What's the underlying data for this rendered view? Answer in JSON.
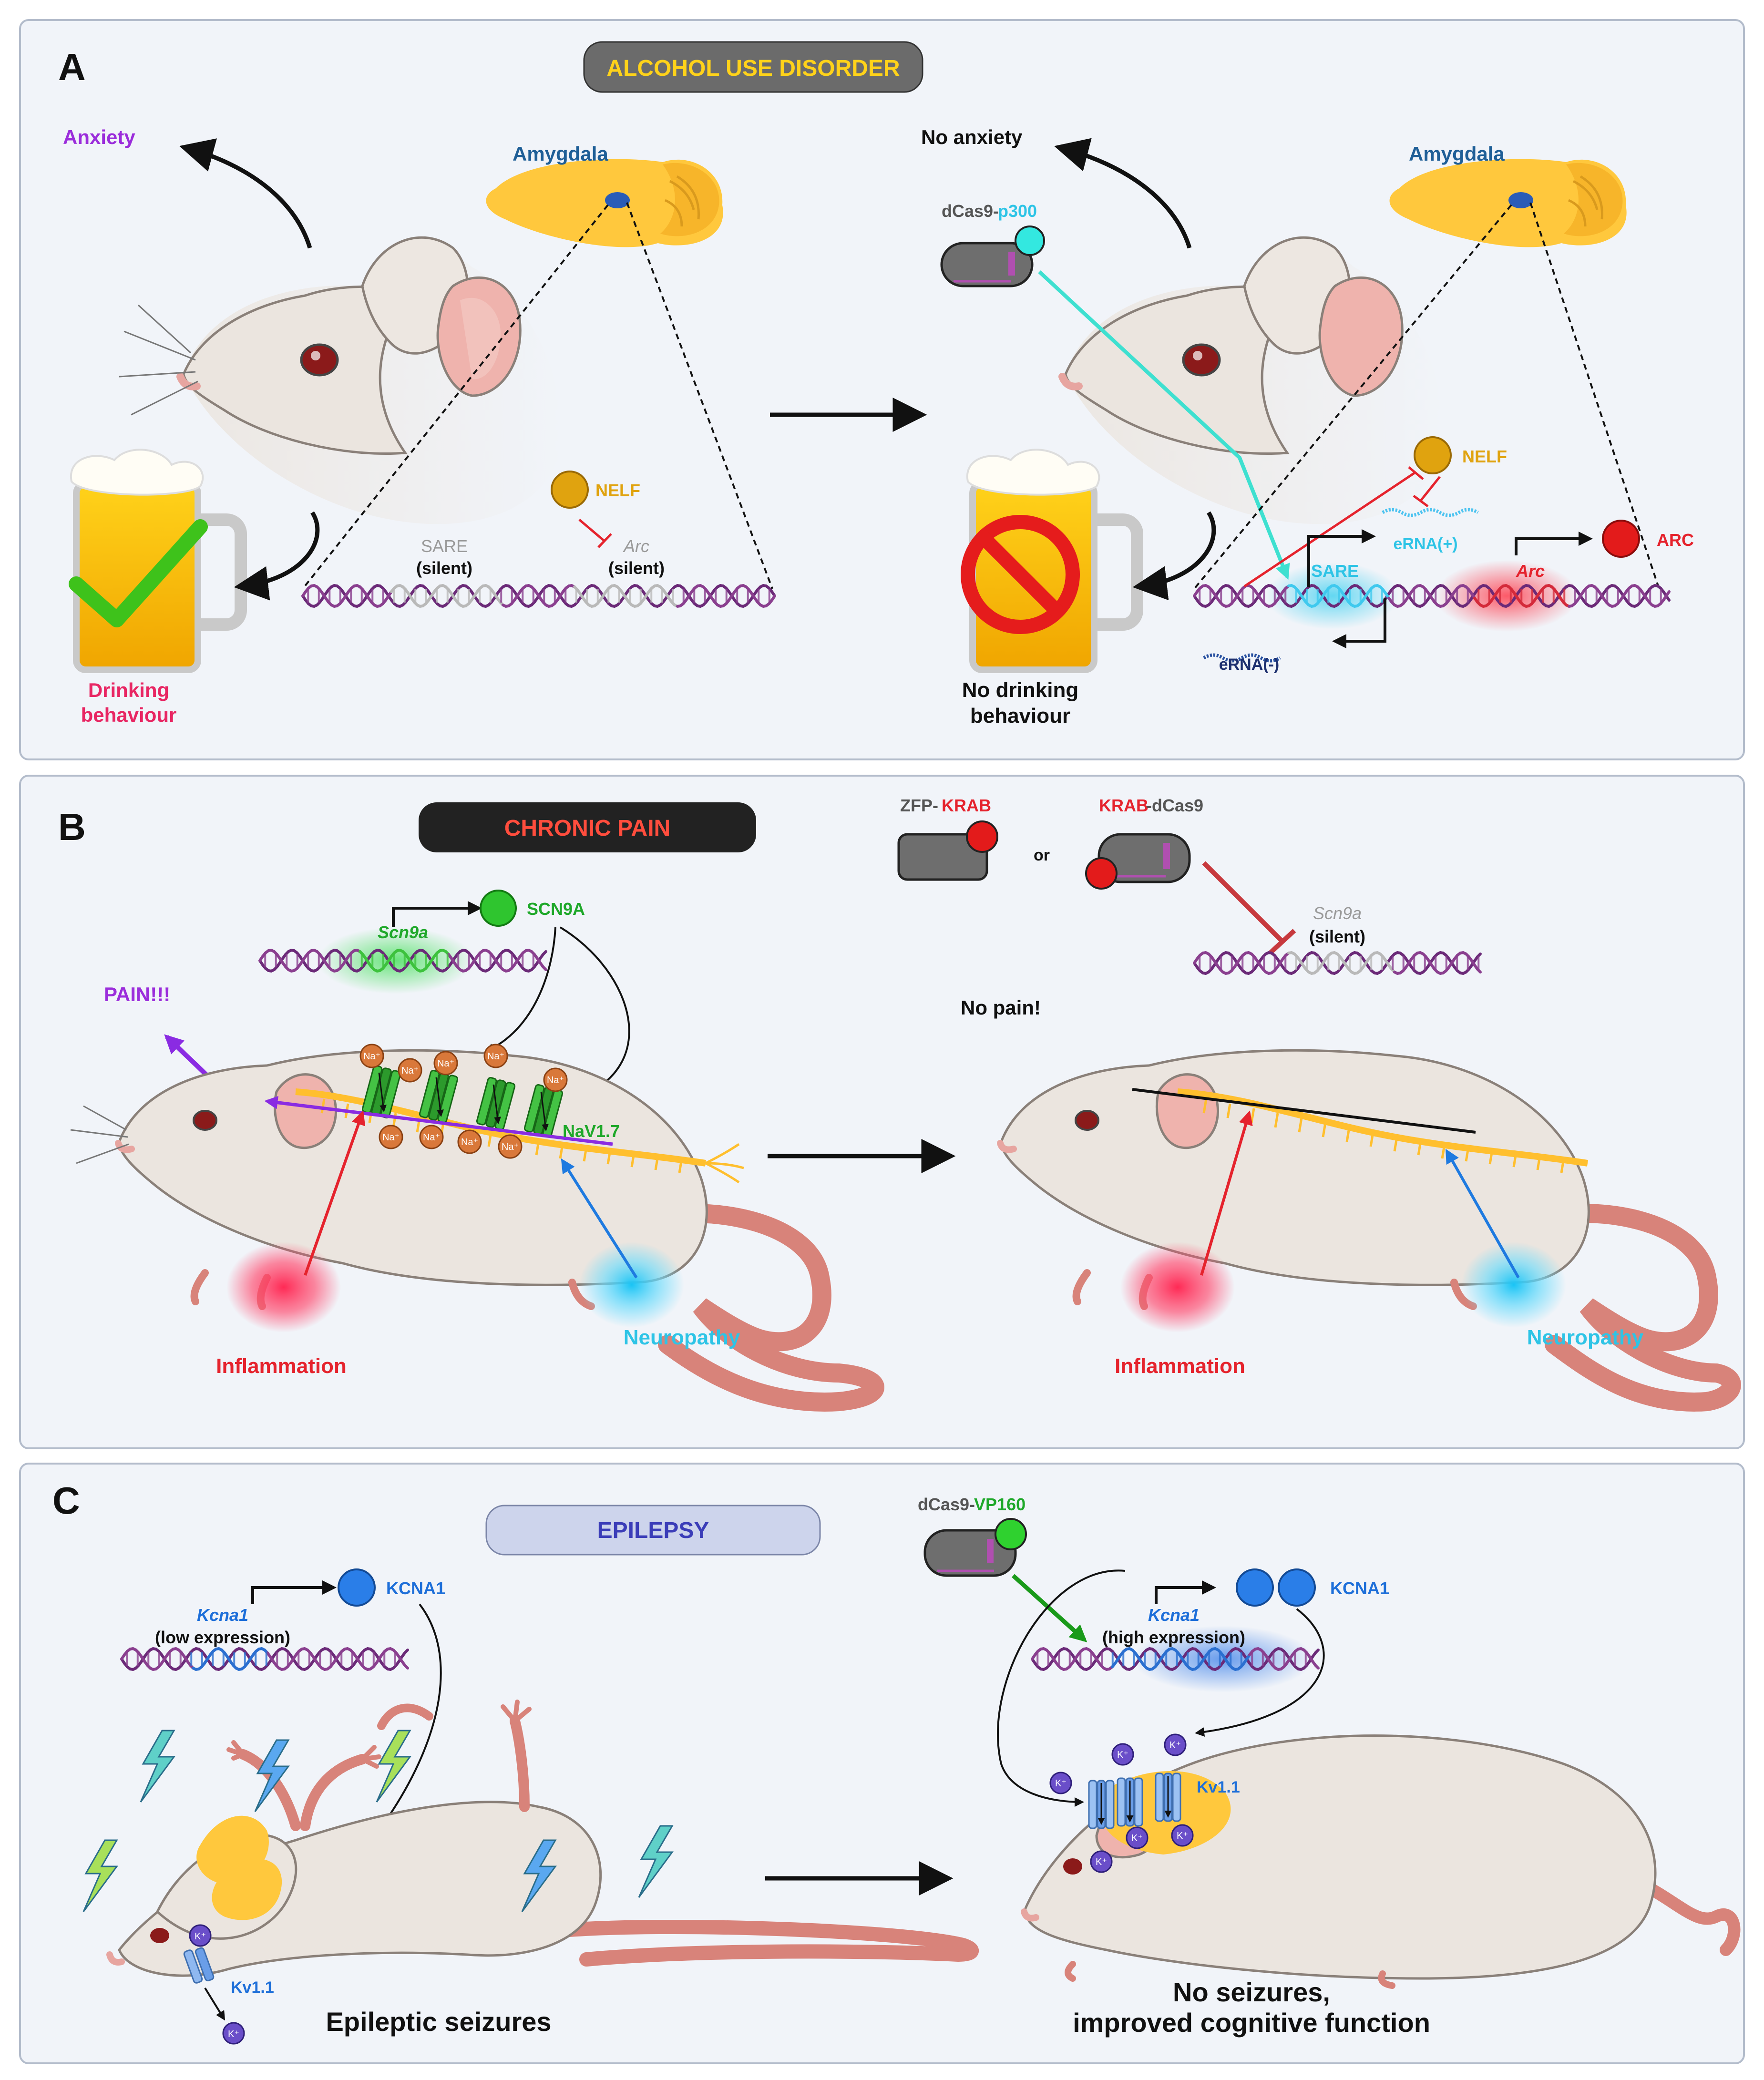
{
  "panel_a": {
    "letter": "A",
    "title": "ALCOHOL USE DISORDER",
    "left": {
      "anxiety": "Anxiety",
      "region": "Amygdala",
      "nelf": "NELF",
      "sare": "SARE",
      "sare_state": "(silent)",
      "arc": "Arc",
      "arc_state": "(silent)",
      "drinking_line1": "Drinking",
      "drinking_line2": "behaviour"
    },
    "right": {
      "no_anxiety": "No anxiety",
      "region": "Amygdala",
      "tool_prefix": "dCas9-",
      "tool_effector": "p300",
      "nelf": "NELF",
      "erna_plus": "eRNA(+)",
      "erna_minus": "eRNA(-)",
      "sare": "SARE",
      "arc_gene": "Arc",
      "arc_protein": "ARC",
      "no_drinking_line1": "No drinking",
      "no_drinking_line2": "behaviour"
    }
  },
  "panel_b": {
    "letter": "B",
    "title": "CHRONIC PAIN",
    "zfp_prefix": "ZFP-",
    "zfp_effector": "KRAB",
    "or": "or",
    "krab_effector": "KRAB",
    "krab_suffix": "-dCas9",
    "scn9a_silent_gene": "Scn9a",
    "scn9a_silent_state": "(silent)",
    "left": {
      "scn9a_gene": "Scn9a",
      "scn9a_protein": "SCN9A",
      "pain": "PAIN!!!",
      "channel": "NaV1.7",
      "ion": "Na⁺",
      "inflammation": "Inflammation",
      "neuropathy": "Neuropathy"
    },
    "right": {
      "no_pain": "No pain!",
      "inflammation": "Inflammation",
      "neuropathy": "Neuropathy"
    }
  },
  "panel_c": {
    "letter": "C",
    "title": "EPILEPSY",
    "left": {
      "gene": "Kcna1",
      "gene_state": "(low expression)",
      "protein": "KCNA1",
      "ion": "K⁺",
      "channel": "Kv1.1",
      "outcome": "Epileptic seizures"
    },
    "right": {
      "tool_prefix": "dCas9-",
      "tool_effector": "VP160",
      "gene": "Kcna1",
      "gene_state": "(high expression)",
      "protein": "KCNA1",
      "ion": "K⁺",
      "channel": "Kv1.1",
      "outcome_line1": "No seizures,",
      "outcome_line2": "improved cognitive function"
    }
  },
  "colors": {
    "purple": "#9b2ddb",
    "amygdala_blue": "#1f5f97",
    "nelf_orange": "#e0a30f",
    "cyan": "#2ec4e6",
    "red": "#e5232d",
    "green": "#1fa82a",
    "blue": "#1e6fd9",
    "pink": "#e82663",
    "dark": "#111111",
    "grey": "#9a9a9a",
    "navy": "#1d2f6e",
    "title_gold": "#ffd21a",
    "title_red": "#ff4d3d",
    "title_indigo": "#3b3db8"
  }
}
